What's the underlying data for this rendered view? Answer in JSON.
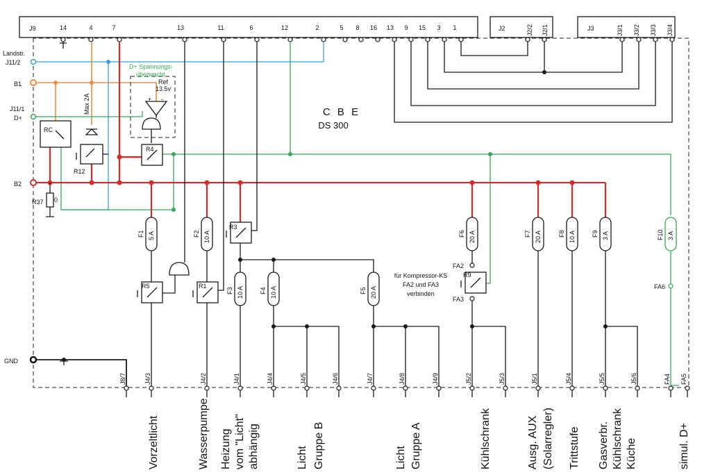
{
  "title": "C B E",
  "subtitle": "DS 300",
  "header": {
    "j9": {
      "label": "J9",
      "pins": [
        "14",
        "4",
        "7",
        "13",
        "11",
        "6",
        "12",
        "2",
        "5",
        "8",
        "16",
        "13",
        "9",
        "15",
        "3",
        "1"
      ]
    },
    "j2": {
      "label": "J2",
      "pins": [
        "J2/2",
        "J2/1"
      ]
    },
    "j3": {
      "label": "J3",
      "pins": [
        "J3/1",
        "J3/2",
        "J3/3",
        "J3/4"
      ]
    }
  },
  "left_terminals": {
    "landstr": "Landstr.",
    "j11_2": "J11/2",
    "b1": "B1",
    "j11_1": "J11/1",
    "d_plus": "D+",
    "b2": "B2",
    "gnd": "GND"
  },
  "annotations": {
    "max2a": "Max 2A",
    "d_plus_monitor_1": "D+ Spannungs-",
    "d_plus_monitor_2": "überwacht",
    "ref_1": "Ref",
    "ref_2": "13.5v",
    "kompressor_1": "für Kompressor-KS",
    "kompressor_2": "FA2 und FA3",
    "kompressor_3": "verbinden",
    "plus": "+",
    "minus": "-"
  },
  "components": {
    "rc": "RC",
    "r12": "R12",
    "r4": "R4",
    "r37": "R37",
    "r37_value": "0",
    "r3": "R3",
    "r5": "R5",
    "r1": "R1",
    "r9": "R9"
  },
  "fuses": [
    {
      "name": "F1",
      "rating": "5 A"
    },
    {
      "name": "F2",
      "rating": "10 A"
    },
    {
      "name": "F3",
      "rating": "10 A"
    },
    {
      "name": "F4",
      "rating": "10 A"
    },
    {
      "name": "F5",
      "rating": "20 A"
    },
    {
      "name": "F6",
      "rating": "20 A"
    },
    {
      "name": "F7",
      "rating": "20 A"
    },
    {
      "name": "F8",
      "rating": "10 A"
    },
    {
      "name": "F9",
      "rating": "3 A"
    },
    {
      "name": "F10",
      "rating": "3 A"
    }
  ],
  "points": {
    "fa2": "FA2",
    "fa3": "FA3",
    "fa6": "FA6"
  },
  "bottom_pins": [
    "J8/7",
    "J4/3",
    "J4/2",
    "J4/1",
    "J4/4",
    "J4/5",
    "J4/6",
    "J4/7",
    "J4/8",
    "J4/9",
    "J5/2",
    "J5/3",
    "J5/1",
    "J5/4",
    "J5/5",
    "J5/6",
    "FA4",
    "FA5"
  ],
  "outputs": {
    "vorzeltlicht": [
      "Vorzeltlicht"
    ],
    "wasserpumpe": [
      "Wasserpumpe"
    ],
    "heizung": [
      "Heizung",
      "vom \"Licht\"",
      "abhängig"
    ],
    "licht_b": [
      "Licht",
      "Gruppe B"
    ],
    "licht_a": [
      "Licht",
      "Gruppe A"
    ],
    "kuehlschrank": [
      "Kühlschrank"
    ],
    "aux": [
      "Ausg. AUX",
      "(Solarregler)"
    ],
    "trittstufe": [
      "Trittstufe"
    ],
    "gas": [
      "Gasverbr.",
      "Kühlschrank",
      "Küche"
    ],
    "simul": [
      "simul. D+"
    ]
  },
  "colors": {
    "battery_b2": "#d42b2b",
    "battery_b1": "#ee8c3a",
    "landstrom": "#3a9fd8",
    "d_plus": "#33aa55",
    "wire": "#1a1a1a"
  }
}
